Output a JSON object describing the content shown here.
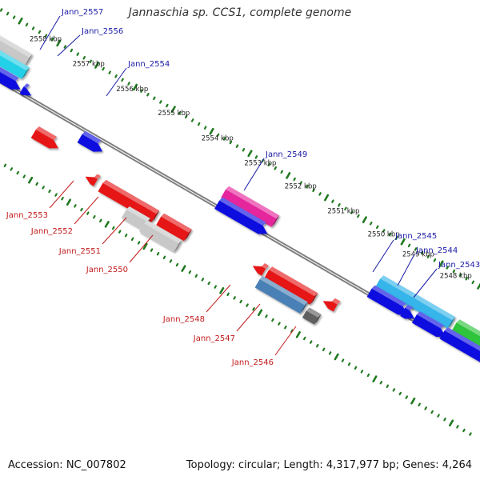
{
  "title": "Jannaschia sp. CCS1, complete genome",
  "accession": "Accession: NC_007802",
  "topology": "Topology: circular; Length: 4,317,977 bp; Genes: 4,264",
  "colors": {
    "backbone": "#808080",
    "ticks": "#1f7a1f",
    "label_top": "#1a1aa6",
    "label_bottom": "#c21a1a",
    "red": "#e61919",
    "blue": "#1010e0",
    "gray": "#c8c8c8",
    "cyan": "#20d0e8",
    "sky": "#35b5ea",
    "magenta": "#e6289c",
    "steel": "#4a80b5",
    "dark": "#606060",
    "green": "#2ec43a"
  },
  "scale_labels": [
    "2558 kbp",
    "2557 kbp",
    "2556 kbp",
    "2555 kbp",
    "2554 kbp",
    "2553 kbp",
    "2552 kbp",
    "2551 kbp",
    "2550 kbp",
    "2549 kbp",
    "2548 kbp"
  ],
  "genes_top": [
    {
      "name": "Jann_2557",
      "color": "cyan"
    },
    {
      "name": "Jann_2556",
      "color": "blue"
    },
    {
      "name": "Jann_2554",
      "color": "blue"
    },
    {
      "name": "Jann_2549",
      "color": "magenta"
    },
    {
      "name": "Jann_2545",
      "color": "sky"
    },
    {
      "name": "Jann_2544",
      "color": "sky"
    },
    {
      "name": "Jann_2543",
      "color": "green"
    }
  ],
  "genes_bottom": [
    {
      "name": "Jann_2553",
      "color": "red"
    },
    {
      "name": "Jann_2552",
      "color": "red"
    },
    {
      "name": "Jann_2551",
      "color": "gray"
    },
    {
      "name": "Jann_2550",
      "color": "gray"
    },
    {
      "name": "Jann_2548",
      "color": "red"
    },
    {
      "name": "Jann_2547",
      "color": "steel"
    },
    {
      "name": "Jann_2546",
      "color": "dark"
    }
  ]
}
